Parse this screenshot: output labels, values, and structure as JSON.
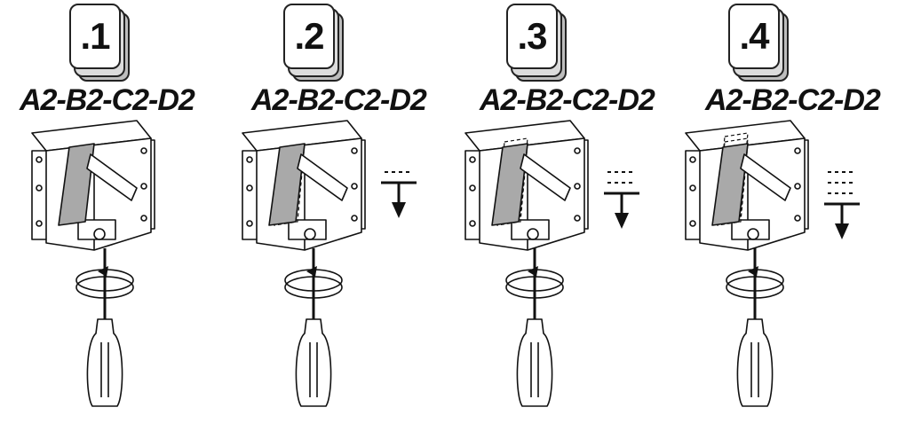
{
  "steps": [
    {
      "number": ".1",
      "code": "A2-B2-C2-D2",
      "levels": 0
    },
    {
      "number": ".2",
      "code": "A2-B2-C2-D2",
      "levels": 1
    },
    {
      "number": ".3",
      "code": "A2-B2-C2-D2",
      "levels": 2
    },
    {
      "number": ".4",
      "code": "A2-B2-C2-D2",
      "levels": 3
    }
  ],
  "colors": {
    "line": "#111111",
    "lever": "#a9a9a9",
    "handle": "#ffffff"
  }
}
